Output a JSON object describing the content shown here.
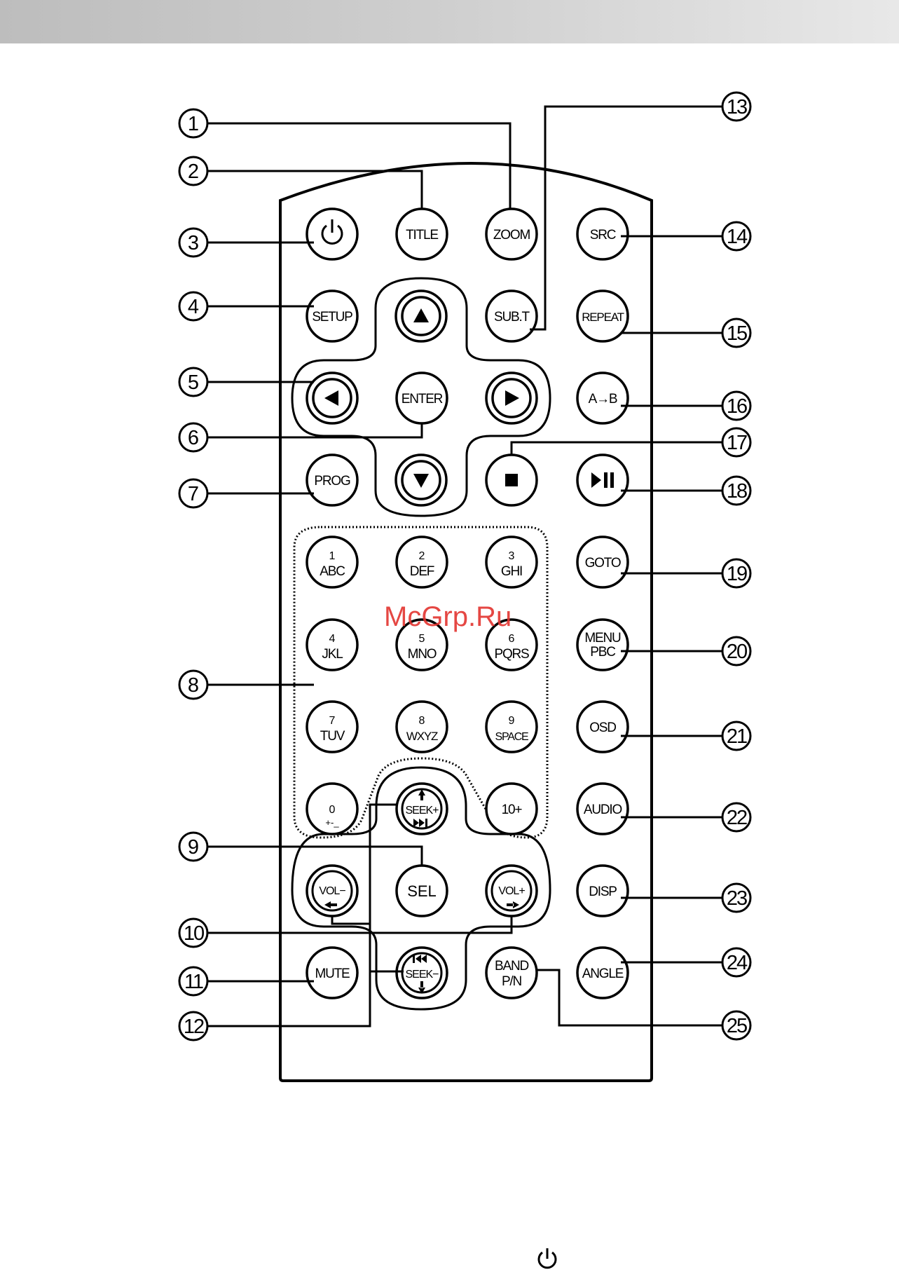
{
  "watermark": "McGrp.Ru",
  "buttons": {
    "power": {
      "icon": "power-icon"
    },
    "title": "TITLE",
    "zoom": "ZOOM",
    "src": "SRC",
    "setup": "SETUP",
    "up": {
      "icon": "arrow-up-icon"
    },
    "subt": "SUB.T",
    "repeat": "REPEAT",
    "left": {
      "icon": "arrow-left-icon"
    },
    "enter": "ENTER",
    "right": {
      "icon": "arrow-right-icon"
    },
    "ab": "A→B",
    "prog": "PROG",
    "down": {
      "icon": "arrow-down-icon"
    },
    "stop": {
      "icon": "stop-icon"
    },
    "play_pause": {
      "icon": "play-pause-icon"
    },
    "n1": {
      "digit": "1",
      "letters": "ABC"
    },
    "n2": {
      "digit": "2",
      "letters": "DEF"
    },
    "n3": {
      "digit": "3",
      "letters": "GHI"
    },
    "goto": "GOTO",
    "n4": {
      "digit": "4",
      "letters": "JKL"
    },
    "n5": {
      "digit": "5",
      "letters": "MNO"
    },
    "n6": {
      "digit": "6",
      "letters": "PQRS"
    },
    "menu": {
      "line1": "MENU",
      "line2": "PBC"
    },
    "n7": {
      "digit": "7",
      "letters": "TUV"
    },
    "n8": {
      "digit": "8",
      "letters": "WXYZ"
    },
    "n9": {
      "digit": "9",
      "letters": "SPACE"
    },
    "osd": "OSD",
    "n0": {
      "digit": "0",
      "letters": "+-_"
    },
    "seek_plus": "SEEK+",
    "ten_plus": "10+",
    "audio": "AUDIO",
    "vol_minus": "VOL−",
    "sel": "SEL",
    "vol_plus": "VOL+",
    "disp": "DISP",
    "mute": "MUTE",
    "seek_minus": "SEEK−",
    "band": {
      "line1": "BAND",
      "line2": "P/N"
    },
    "angle": "ANGLE"
  },
  "callouts": [
    "1",
    "2",
    "3",
    "4",
    "5",
    "6",
    "7",
    "8",
    "9",
    "10",
    "11",
    "12",
    "13",
    "14",
    "15",
    "16",
    "17",
    "18",
    "19",
    "20",
    "21",
    "22",
    "23",
    "24",
    "25"
  ],
  "footer_icon": "power-icon"
}
